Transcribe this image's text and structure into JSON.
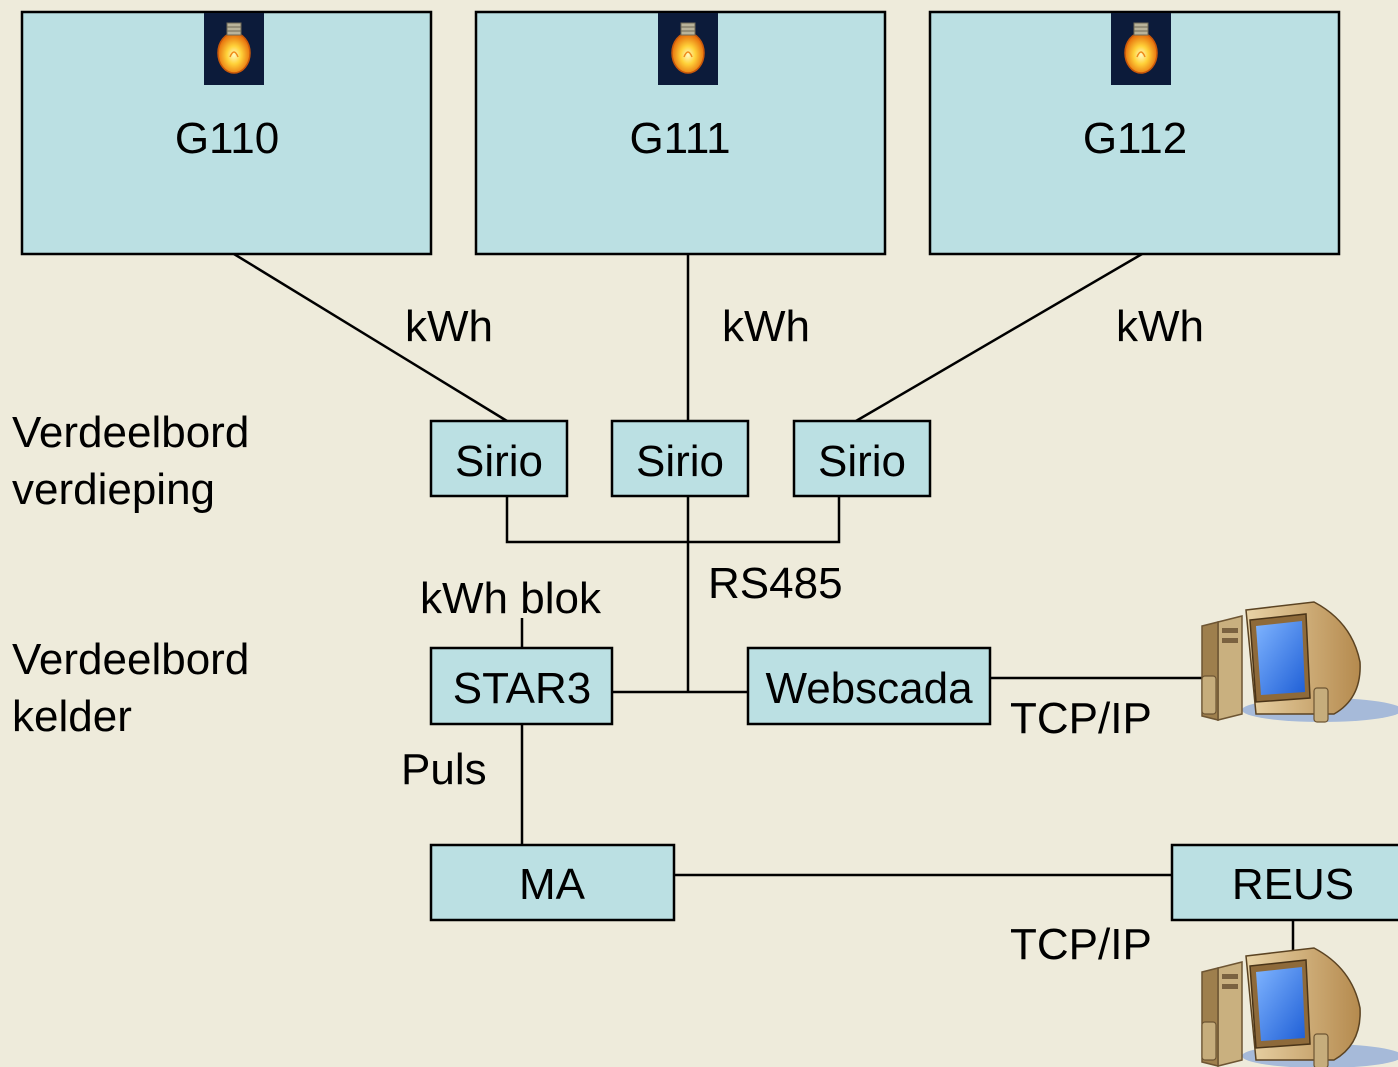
{
  "rooms": [
    {
      "name": "G110",
      "icon": "light-bulb-icon"
    },
    {
      "name": "G111",
      "icon": "light-bulb-icon"
    },
    {
      "name": "G112",
      "icon": "light-bulb-icon"
    }
  ],
  "links": {
    "kwh": "kWh",
    "kwh_blok": "kWh blok",
    "rs485": "RS485",
    "tcpip": "TCP/IP",
    "puls": "Puls"
  },
  "sections": {
    "floor_line1": "Verdeelbord",
    "floor_line2": "verdieping",
    "basement_line1": "Verdeelbord",
    "basement_line2": "kelder"
  },
  "devices": {
    "sirio": "Sirio",
    "star3": "STAR3",
    "webscada": "Webscada",
    "ma": "MA",
    "reus": "REUS"
  },
  "computers": [
    {
      "icon": "computer-icon"
    },
    {
      "icon": "computer-icon"
    }
  ],
  "colors": {
    "background": "#eeebdb",
    "box_fill": "#bbe0e3"
  }
}
